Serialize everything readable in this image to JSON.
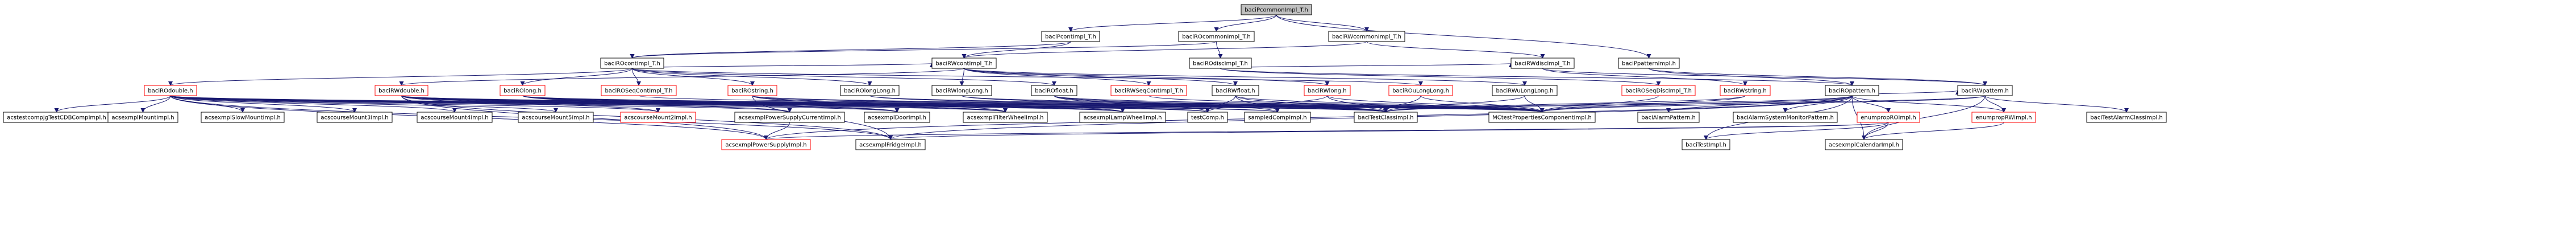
{
  "colors": {
    "edge": "#191970",
    "node_border_default": "#000000",
    "node_border_linked": "#ff0000",
    "node_fill": "#ffffff",
    "root_fill": "#bfbfbf"
  },
  "nodes": [
    {
      "id": "root",
      "label": "baciPcommonImpl_T.h",
      "style": "root"
    },
    {
      "id": "pcont",
      "label": "baciPcontImpl_T.h",
      "style": "default"
    },
    {
      "id": "rocommon",
      "label": "baciROcommonImpl_T.h",
      "style": "default"
    },
    {
      "id": "rwcommon",
      "label": "baciRWcommonImpl_T.h",
      "style": "default"
    },
    {
      "id": "ppattern",
      "label": "baciPpatternImpl.h",
      "style": "default"
    },
    {
      "id": "rocont",
      "label": "baciROcontImpl_T.h",
      "style": "default"
    },
    {
      "id": "rwcont",
      "label": "baciRWcontImpl_T.h",
      "style": "default"
    },
    {
      "id": "rodisc",
      "label": "baciROdiscImpl_T.h",
      "style": "default"
    },
    {
      "id": "rwdisc",
      "label": "baciRWdiscImpl_T.h",
      "style": "default"
    },
    {
      "id": "rodouble",
      "label": "baciROdouble.h",
      "style": "linked"
    },
    {
      "id": "rwdouble",
      "label": "baciRWdouble.h",
      "style": "linked"
    },
    {
      "id": "rolong",
      "label": "baciROlong.h",
      "style": "linked"
    },
    {
      "id": "roseqcont",
      "label": "baciROSeqContImpl_T.h",
      "style": "linked"
    },
    {
      "id": "rostring",
      "label": "baciROstring.h",
      "style": "linked"
    },
    {
      "id": "rolonglong",
      "label": "baciROlongLong.h",
      "style": "default"
    },
    {
      "id": "rwlonglong",
      "label": "baciRWlongLong.h",
      "style": "default"
    },
    {
      "id": "rofloat",
      "label": "baciROfloat.h",
      "style": "default"
    },
    {
      "id": "rwseqcont",
      "label": "baciRWSeqContImpl_T.h",
      "style": "linked"
    },
    {
      "id": "rwfloat",
      "label": "baciRWfloat.h",
      "style": "default"
    },
    {
      "id": "rwlong",
      "label": "baciRWlong.h",
      "style": "linked"
    },
    {
      "id": "roulonglong",
      "label": "baciROuLongLong.h",
      "style": "linked"
    },
    {
      "id": "rwulonglong",
      "label": "baciRWuLongLong.h",
      "style": "default"
    },
    {
      "id": "roseqdisc",
      "label": "baciROSeqDiscImpl_T.h",
      "style": "linked"
    },
    {
      "id": "rwstring",
      "label": "baciRWstring.h",
      "style": "linked"
    },
    {
      "id": "ropattern",
      "label": "baciROpattern.h",
      "style": "default"
    },
    {
      "id": "rwpattern",
      "label": "baciRWpattern.h",
      "style": "default"
    },
    {
      "id": "acstestcomp",
      "label": "acstestcompJgTestCDBCompImpl.h",
      "style": "default"
    },
    {
      "id": "mountimpl",
      "label": "acsexmplMountImpl.h",
      "style": "default"
    },
    {
      "id": "slowmount",
      "label": "acsexmplSlowMountImpl.h",
      "style": "default"
    },
    {
      "id": "mount3",
      "label": "acscourseMount3Impl.h",
      "style": "default"
    },
    {
      "id": "mount4",
      "label": "acscourseMount4Impl.h",
      "style": "default"
    },
    {
      "id": "mount5",
      "label": "acscourseMount5Impl.h",
      "style": "default"
    },
    {
      "id": "mount2",
      "label": "acscourseMount2Impl.h",
      "style": "linked"
    },
    {
      "id": "pscurrent",
      "label": "acsexmplPowerSupplyCurrentImpl.h",
      "style": "default"
    },
    {
      "id": "doorimpl",
      "label": "acsexmplDoorImpl.h",
      "style": "default"
    },
    {
      "id": "filterwheel",
      "label": "acsexmplFilterWheelImpl.h",
      "style": "default"
    },
    {
      "id": "lampwheel",
      "label": "acsexmplLampWheelImpl.h",
      "style": "default"
    },
    {
      "id": "testcomp",
      "label": "testComp.h",
      "style": "default"
    },
    {
      "id": "sampledcomp",
      "label": "sampledCompImpl.h",
      "style": "default"
    },
    {
      "id": "testclass",
      "label": "baciTestClassImpl.h",
      "style": "default"
    },
    {
      "id": "mctest",
      "label": "MCtestPropertiesComponentImpl.h",
      "style": "default"
    },
    {
      "id": "alarmpattern",
      "label": "baciAlarmPattern.h",
      "style": "default"
    },
    {
      "id": "alarmsysmon",
      "label": "baciAlarmSystemMonitorPattern.h",
      "style": "default"
    },
    {
      "id": "enumro",
      "label": "enumpropROImpl.h",
      "style": "linked"
    },
    {
      "id": "enumrw",
      "label": "enumpropRWImpl.h",
      "style": "linked"
    },
    {
      "id": "alarmtest",
      "label": "baciTestAlarmClassImpl.h",
      "style": "default"
    },
    {
      "id": "powersupply",
      "label": "acsexmplPowerSupplyImpl.h",
      "style": "linked"
    },
    {
      "id": "fridge",
      "label": "acsexmplFridgeImpl.h",
      "style": "default"
    },
    {
      "id": "testimpl",
      "label": "baciTestImpl.h",
      "style": "default"
    },
    {
      "id": "calendar",
      "label": "acsexmplCalendarImpl.h",
      "style": "default"
    }
  ],
  "edges": [
    [
      "root",
      "pcont"
    ],
    [
      "root",
      "rocommon"
    ],
    [
      "root",
      "rwcommon"
    ],
    [
      "root",
      "ppattern"
    ],
    [
      "pcont",
      "rocont"
    ],
    [
      "pcont",
      "rwcont"
    ],
    [
      "rocommon",
      "rocont"
    ],
    [
      "rocommon",
      "rodisc"
    ],
    [
      "rwcommon",
      "rwcont"
    ],
    [
      "rwcommon",
      "rwdisc"
    ],
    [
      "ppattern",
      "ropattern"
    ],
    [
      "ppattern",
      "rwpattern"
    ],
    [
      "rocont",
      "rodouble"
    ],
    [
      "rocont",
      "rolong"
    ],
    [
      "rocont",
      "roseqcont"
    ],
    [
      "rocont",
      "rostring"
    ],
    [
      "rocont",
      "rolonglong"
    ],
    [
      "rocont",
      "rofloat"
    ],
    [
      "rocont",
      "roulonglong"
    ],
    [
      "rocont",
      "rwcont"
    ],
    [
      "rwcont",
      "rwdouble"
    ],
    [
      "rwcont",
      "rwlonglong"
    ],
    [
      "rwcont",
      "rwseqcont"
    ],
    [
      "rwcont",
      "rwfloat"
    ],
    [
      "rwcont",
      "rwlong"
    ],
    [
      "rwcont",
      "rwulonglong"
    ],
    [
      "rodisc",
      "roseqdisc"
    ],
    [
      "rodisc",
      "ropattern"
    ],
    [
      "rodisc",
      "rwdisc"
    ],
    [
      "rwdisc",
      "rwstring"
    ],
    [
      "rwdisc",
      "rwpattern"
    ],
    [
      "rodouble",
      "acstestcomp"
    ],
    [
      "rodouble",
      "mountimpl"
    ],
    [
      "rodouble",
      "slowmount"
    ],
    [
      "rodouble",
      "mount3"
    ],
    [
      "rodouble",
      "mount4"
    ],
    [
      "rodouble",
      "mount5"
    ],
    [
      "rodouble",
      "mount2"
    ],
    [
      "rodouble",
      "pscurrent"
    ],
    [
      "rodouble",
      "doorimpl"
    ],
    [
      "rodouble",
      "filterwheel"
    ],
    [
      "rodouble",
      "lampwheel"
    ],
    [
      "rodouble",
      "testcomp"
    ],
    [
      "rodouble",
      "sampledcomp"
    ],
    [
      "rodouble",
      "testclass"
    ],
    [
      "rodouble",
      "mctest"
    ],
    [
      "rodouble",
      "powersupply"
    ],
    [
      "rodouble",
      "fridge"
    ],
    [
      "rwdouble",
      "mount2"
    ],
    [
      "rwdouble",
      "pscurrent"
    ],
    [
      "rwdouble",
      "doorimpl"
    ],
    [
      "rwdouble",
      "filterwheel"
    ],
    [
      "rwdouble",
      "lampwheel"
    ],
    [
      "rwdouble",
      "testcomp"
    ],
    [
      "rwdouble",
      "sampledcomp"
    ],
    [
      "rwdouble",
      "testclass"
    ],
    [
      "rwdouble",
      "mctest"
    ],
    [
      "rwdouble",
      "powersupply"
    ],
    [
      "rwdouble",
      "fridge"
    ],
    [
      "rolong",
      "doorimpl"
    ],
    [
      "rolong",
      "filterwheel"
    ],
    [
      "rolong",
      "lampwheel"
    ],
    [
      "rolong",
      "testcomp"
    ],
    [
      "rolong",
      "testclass"
    ],
    [
      "rolong",
      "mctest"
    ],
    [
      "roseqcont",
      "mctest"
    ],
    [
      "rostring",
      "filterwheel"
    ],
    [
      "rostring",
      "lampwheel"
    ],
    [
      "rostring",
      "testclass"
    ],
    [
      "rostring",
      "mctest"
    ],
    [
      "rostring",
      "fridge"
    ],
    [
      "rolonglong",
      "testclass"
    ],
    [
      "rolonglong",
      "mctest"
    ],
    [
      "rwlonglong",
      "testclass"
    ],
    [
      "rwlonglong",
      "mctest"
    ],
    [
      "rofloat",
      "testcomp"
    ],
    [
      "rofloat",
      "sampledcomp"
    ],
    [
      "rofloat",
      "testclass"
    ],
    [
      "rofloat",
      "mctest"
    ],
    [
      "rwseqcont",
      "mctest"
    ],
    [
      "rwfloat",
      "testcomp"
    ],
    [
      "rwfloat",
      "sampledcomp"
    ],
    [
      "rwfloat",
      "testclass"
    ],
    [
      "rwfloat",
      "mctest"
    ],
    [
      "rwlong",
      "testcomp"
    ],
    [
      "rwlong",
      "testclass"
    ],
    [
      "rwlong",
      "mctest"
    ],
    [
      "roulonglong",
      "testclass"
    ],
    [
      "roulonglong",
      "mctest"
    ],
    [
      "rwulonglong",
      "testclass"
    ],
    [
      "rwulonglong",
      "mctest"
    ],
    [
      "roseqdisc",
      "mctest"
    ],
    [
      "rwstring",
      "testclass"
    ],
    [
      "rwstring",
      "mctest"
    ],
    [
      "ropattern",
      "testclass"
    ],
    [
      "ropattern",
      "mctest"
    ],
    [
      "ropattern",
      "alarmpattern"
    ],
    [
      "ropattern",
      "alarmsysmon"
    ],
    [
      "ropattern",
      "enumro"
    ],
    [
      "ropattern",
      "enumrw"
    ],
    [
      "ropattern",
      "rwpattern"
    ],
    [
      "ropattern",
      "powersupply"
    ],
    [
      "ropattern",
      "fridge"
    ],
    [
      "ropattern",
      "testimpl"
    ],
    [
      "ropattern",
      "calendar"
    ],
    [
      "rwpattern",
      "testclass"
    ],
    [
      "rwpattern",
      "mctest"
    ],
    [
      "rwpattern",
      "enumrw"
    ],
    [
      "rwpattern",
      "alarmtest"
    ],
    [
      "rwpattern",
      "calendar"
    ],
    [
      "pscurrent",
      "powersupply"
    ],
    [
      "enumro",
      "powersupply"
    ],
    [
      "enumro",
      "fridge"
    ],
    [
      "enumro",
      "testimpl"
    ],
    [
      "enumro",
      "calendar"
    ],
    [
      "enumrw",
      "calendar"
    ]
  ]
}
